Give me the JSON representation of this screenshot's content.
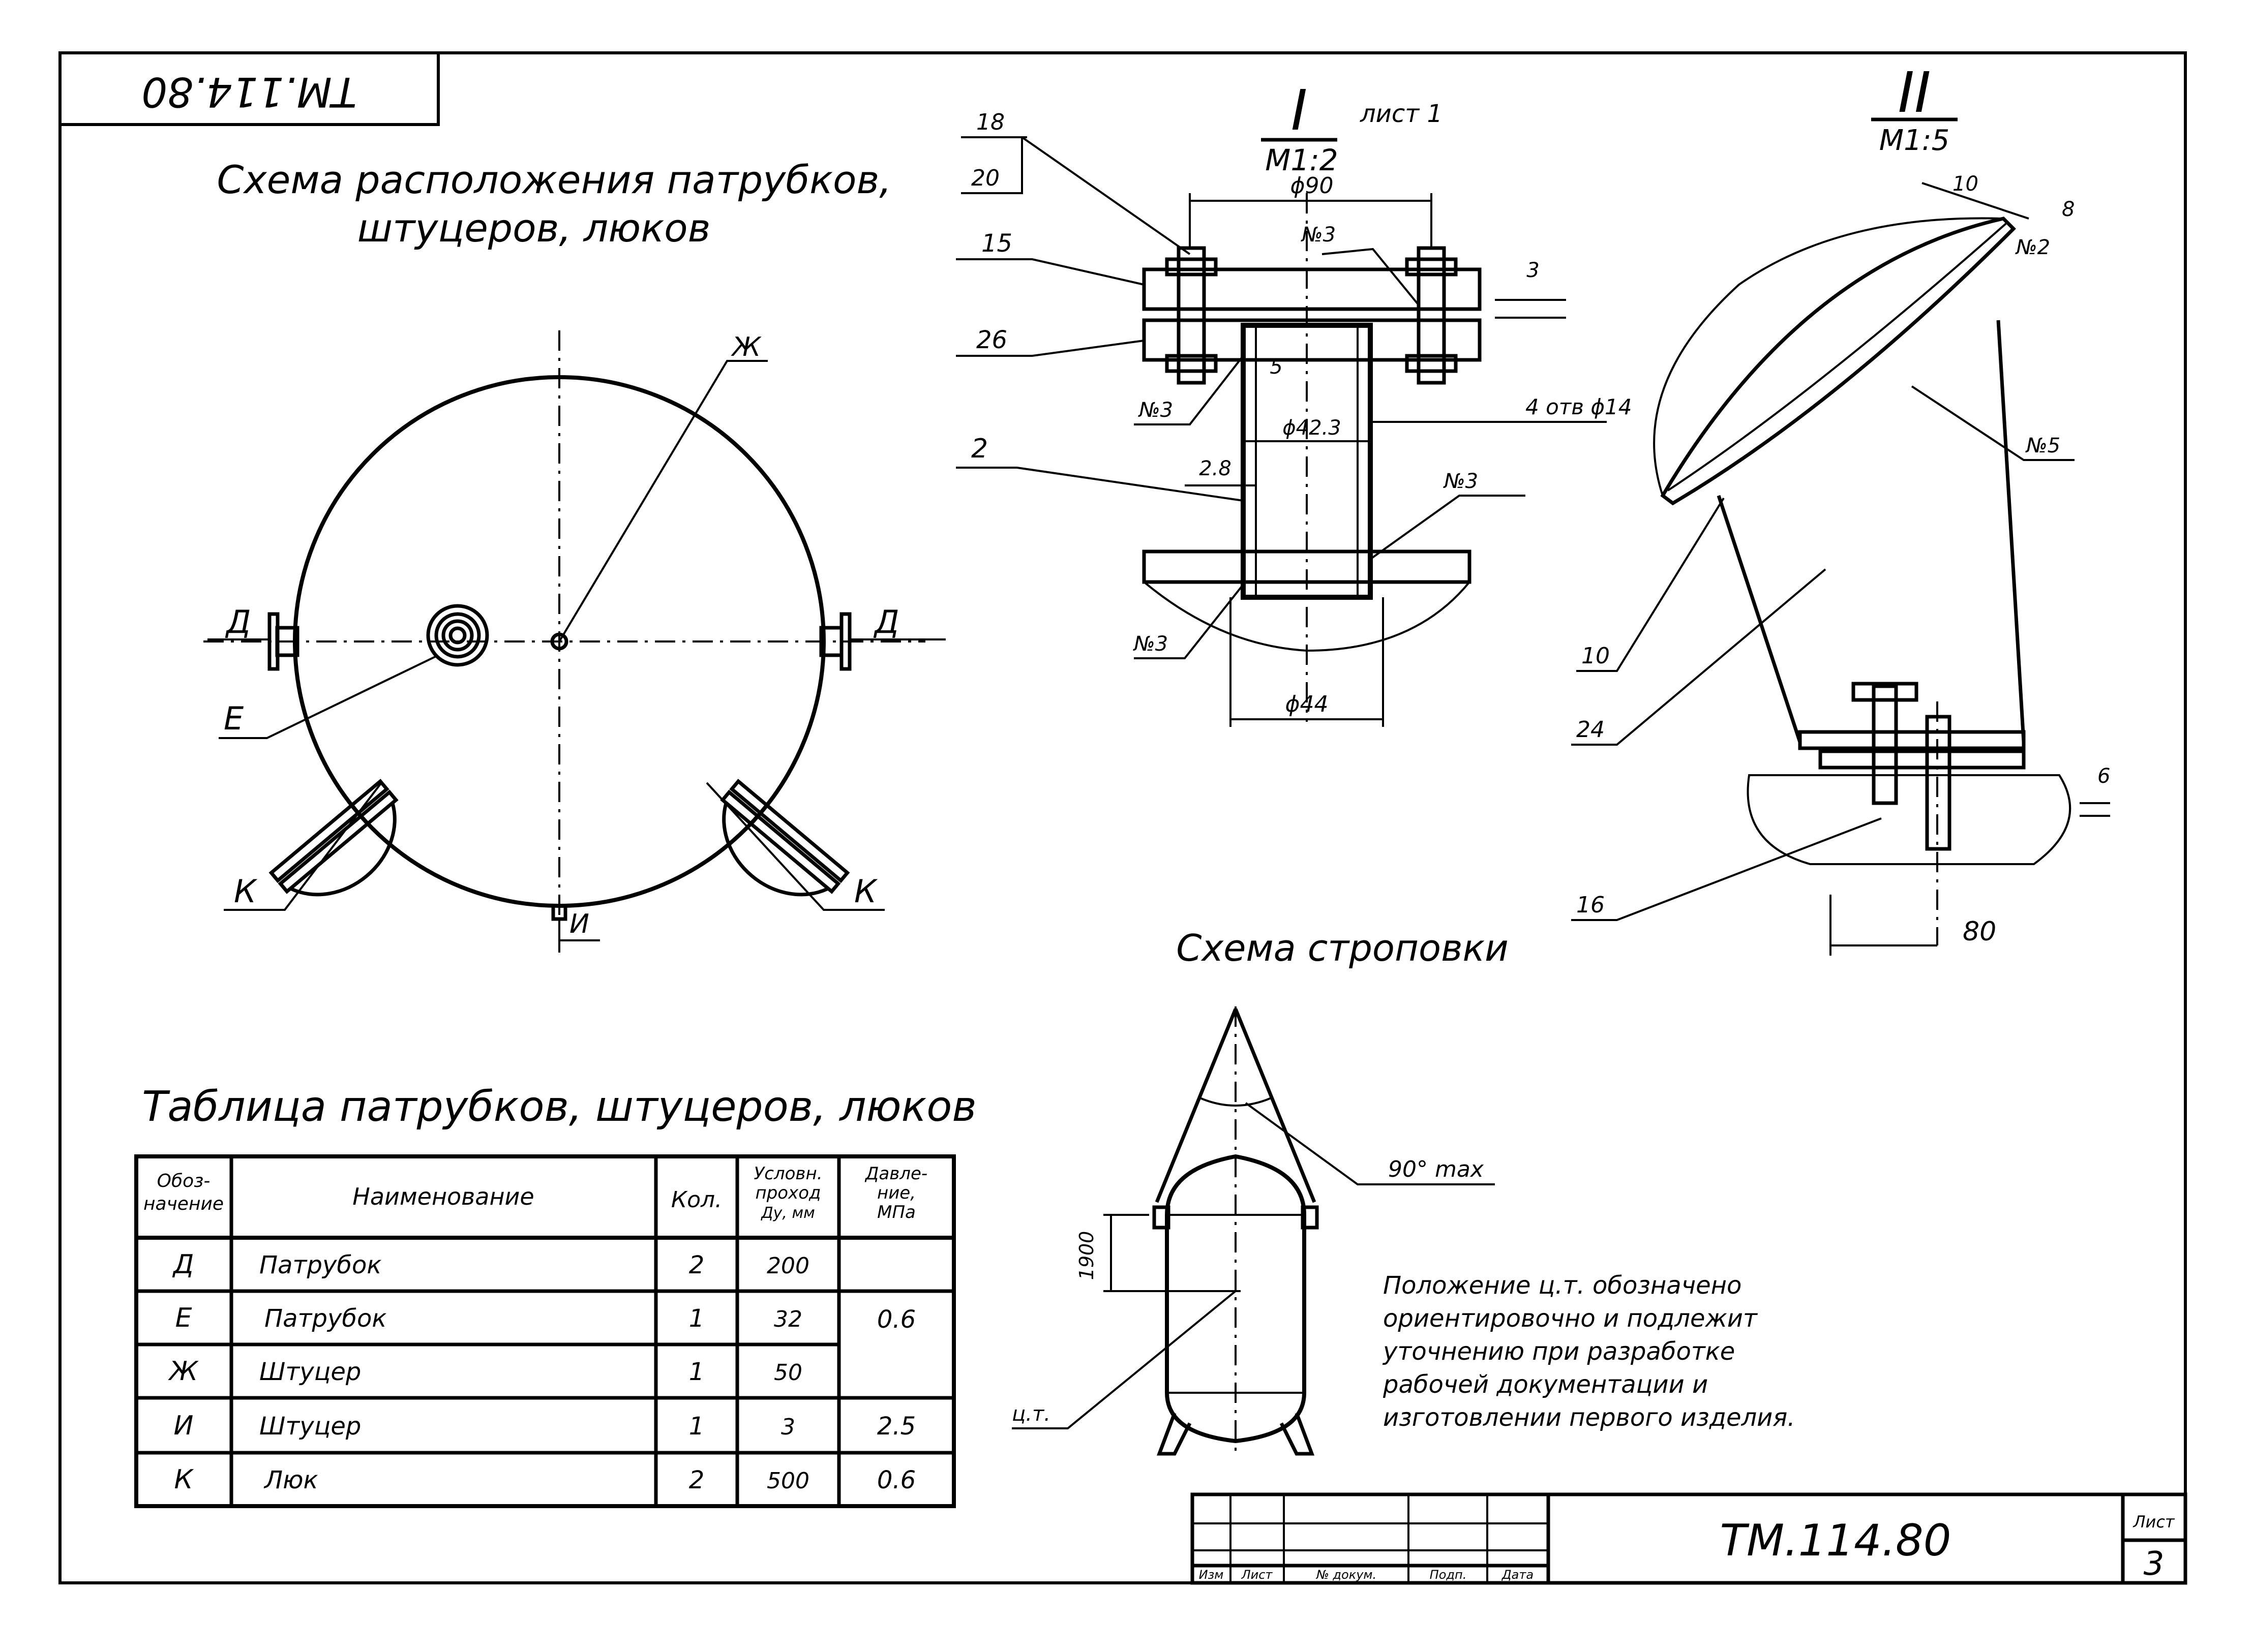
{
  "stamp_code": "ТМ.114.80",
  "schema_title_line1": "Схема расположения патрубков,",
  "schema_title_line2": "штуцеров, люков",
  "vessel_labels": {
    "d_left": "Д",
    "d_right": "Д",
    "e": "Е",
    "zh": "Ж",
    "i": "И",
    "k_left": "К",
    "k_right": "К"
  },
  "detail1": {
    "roman": "I",
    "sheet_ref": "лист 1",
    "scale": "М1:2",
    "pos_18": "18",
    "pos_20": "20",
    "pos_15": "15",
    "pos_26": "26",
    "pos_2": "2",
    "weld_top": "№3",
    "weld_left": "№3",
    "weld_right": "№3",
    "weld_bottom": "№3",
    "dim_d90": "ϕ90",
    "dim_d42": "ϕ42.3",
    "dim_d44": "ϕ44",
    "dim_3": "3",
    "dim_5": "5",
    "dim_28": "2.8",
    "holes": "4 отв ϕ14"
  },
  "detail2": {
    "roman": "II",
    "scale": "М1:5",
    "dim_10": "10",
    "dim_8": "8",
    "weld_2": "№2",
    "weld_5": "№5",
    "pos_10": "10",
    "pos_24": "24",
    "pos_16": "16",
    "dim_6": "6",
    "dim_80": "80"
  },
  "sling_title": "Схема строповки",
  "sling": {
    "angle": "90° max",
    "dim_1900": "1900",
    "cg": "ц.т."
  },
  "note_lines": [
    "Положение ц.т. обозначено",
    "ориентировочно и подлежит",
    "уточнению при разработке",
    "рабочей документации и",
    "изготовлении первого изделия."
  ],
  "table_title": "Таблица патрубков, штуцеров, люков",
  "table": {
    "headers": {
      "designation": [
        "Обоз-",
        "начение"
      ],
      "name": "Наименование",
      "qty": "Кол.",
      "dn": [
        "Условн.",
        "проход",
        "Ду, мм"
      ],
      "pressure": [
        "Давле-",
        "ние,",
        "МПа"
      ]
    },
    "rows": [
      {
        "code": "Д",
        "name": "Патрубок",
        "qty": "2",
        "dn": "200"
      },
      {
        "code": "Е",
        "name": "Патрубок",
        "qty": "1",
        "dn": "32"
      },
      {
        "code": "Ж",
        "name": "Штуцер",
        "qty": "1",
        "dn": "50"
      },
      {
        "code": "И",
        "name": "Штуцер",
        "qty": "1",
        "dn": "3"
      },
      {
        "code": "К",
        "name": "Люк",
        "qty": "2",
        "dn": "500"
      }
    ],
    "pressure_values": {
      "p_de_zh": "0.6",
      "p_i": "2.5",
      "p_k": "0.6"
    }
  },
  "title_block": {
    "code": "ТМ.114.80",
    "sheet_label": "Лист",
    "sheet_no": "3",
    "cols": [
      "Изм",
      "Лист",
      "№ докум.",
      "Подп.",
      "Дата"
    ]
  }
}
